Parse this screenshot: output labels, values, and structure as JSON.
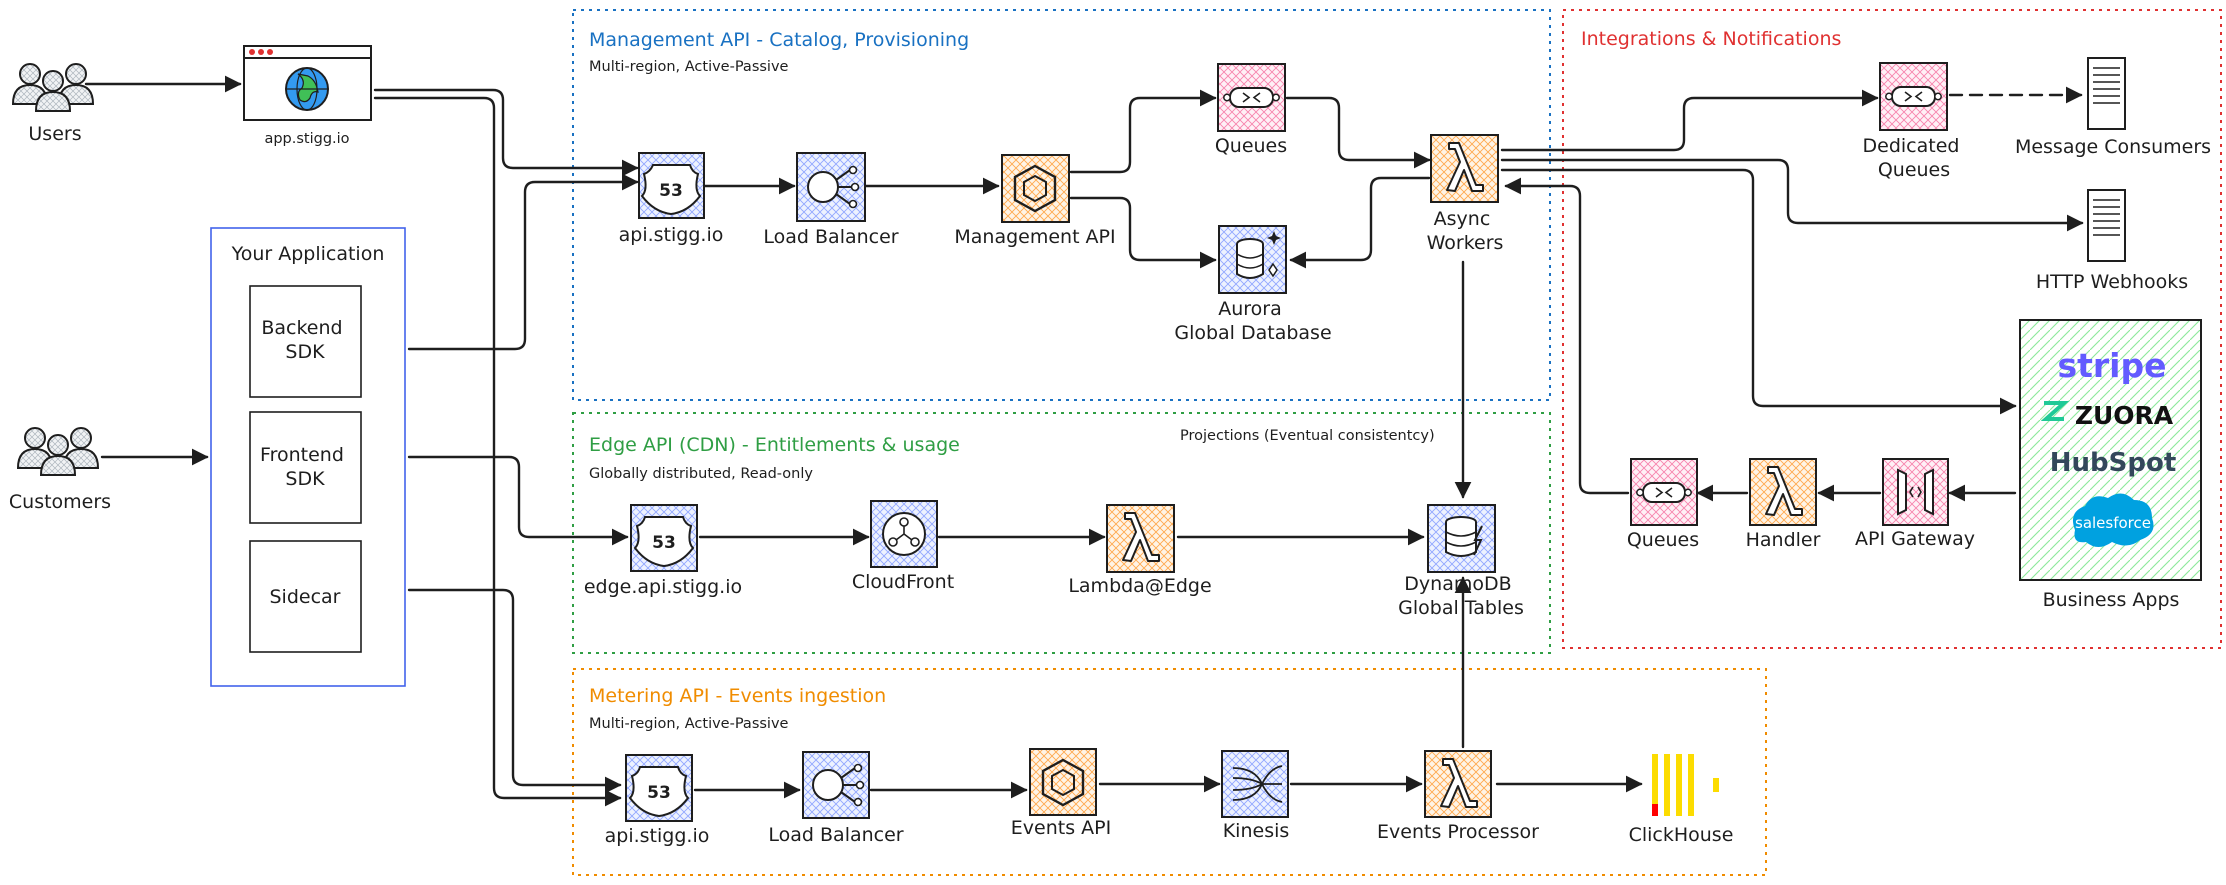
{
  "colors": {
    "blue": "#1971c2",
    "green": "#2f9e44",
    "orange": "#f08c00",
    "red": "#e03131",
    "app_box": "#4263eb",
    "pink_fill": "#fcc2d7",
    "orange_fill": "#ffd8a8",
    "indigo_fill": "#a5b4fc",
    "green_fill": "#b2f2bb"
  },
  "actors": {
    "users": "Users",
    "customers": "Customers",
    "web_app": "app.stigg.io"
  },
  "your_app": {
    "title": "Your Application",
    "backend": [
      "Backend",
      "SDK"
    ],
    "frontend": [
      "Frontend",
      "SDK"
    ],
    "sidecar": "Sidecar"
  },
  "groups": {
    "management": {
      "title": "Management API - Catalog, Provisioning",
      "subtitle": "Multi-region, Active-Passive",
      "route53": "api.stigg.io",
      "lb": "Load Balancer",
      "api": "Management API",
      "queues": "Queues",
      "aurora": [
        "Aurora",
        "Global Database"
      ],
      "workers": [
        "Async",
        "Workers"
      ]
    },
    "edge": {
      "title": "Edge API (CDN) - Entitlements & usage",
      "subtitle": "Globally distributed, Read-only",
      "route53": "edge.api.stigg.io",
      "cloudfront": "CloudFront",
      "lambda": "Lambda@Edge",
      "dynamo": [
        "DynamoDB",
        "Global Tables"
      ],
      "projections": "Projections (Eventual consistentcy)"
    },
    "metering": {
      "title": "Metering API - Events ingestion",
      "subtitle": "Multi-region, Active-Passive",
      "route53": "api.stigg.io",
      "lb": "Load Balancer",
      "api": "Events API",
      "kinesis": "Kinesis",
      "processor": "Events Processor",
      "clickhouse": "ClickHouse"
    },
    "integrations": {
      "title": "Integrations & Notifications",
      "dedicated": [
        "Dedicated",
        "Queues"
      ],
      "consumers": "Message Consumers",
      "webhooks": "HTTP Webhooks",
      "queues": "Queues",
      "handler": "Handler",
      "gateway": "API Gateway",
      "business_apps": "Business Apps",
      "brands": [
        "stripe",
        "ZUORA",
        "HubSpot",
        "salesforce"
      ]
    }
  }
}
